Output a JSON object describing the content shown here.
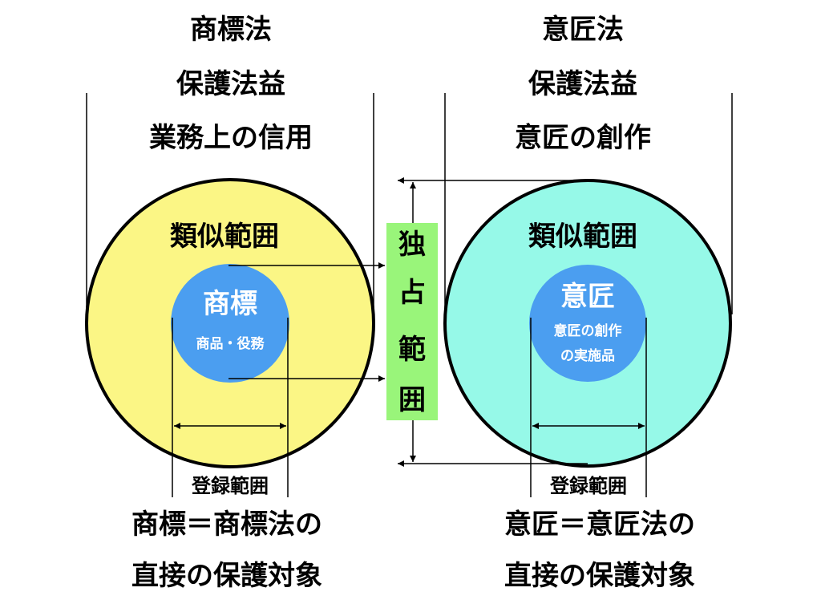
{
  "colors": {
    "trademark_circle": "#FBF685",
    "design_circle": "#96F9E8",
    "inner_circle": "#4B9EF0",
    "exclusive_box": "#99F57A",
    "line": "#000000",
    "inner_text": "#FFFFFF"
  },
  "trademark": {
    "law": "商標法",
    "protected_interest_label": "保護法益",
    "protected_interest": "業務上の信用",
    "similar_range": "類似範囲",
    "core": "商標",
    "core_sub": "商品・役務",
    "registered_range": "登録範囲",
    "caption_line1": "商標＝商標法の",
    "caption_line2": "直接の保護対象"
  },
  "design": {
    "law": "意匠法",
    "protected_interest_label": "保護法益",
    "protected_interest": "意匠の創作",
    "similar_range": "類似範囲",
    "core": "意匠",
    "core_sub_line1": "意匠の創作",
    "core_sub_line2": "の実施品",
    "registered_range": "登録範囲",
    "caption_line1": "意匠＝意匠法の",
    "caption_line2": "直接の保護対象"
  },
  "exclusive": {
    "chars": [
      "独",
      "占",
      "範",
      "囲"
    ]
  }
}
